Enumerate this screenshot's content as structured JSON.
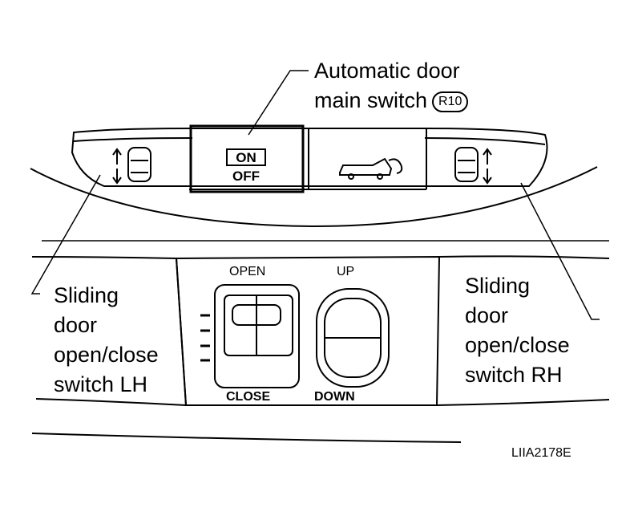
{
  "callouts": {
    "main_switch": {
      "line1": "Automatic door",
      "line2": "main switch",
      "badge": "R10"
    },
    "switch_lh": [
      "Sliding",
      "door",
      "open/close",
      "switch LH"
    ],
    "switch_rh": [
      "Sliding",
      "door",
      "open/close",
      "switch RH"
    ]
  },
  "switch_labels": {
    "on": "ON",
    "off": "OFF",
    "open": "OPEN",
    "close": "CLOSE",
    "up": "UP",
    "down": "DOWN"
  },
  "figure_code": "LIIA2178E",
  "icons": [
    "door-left-icon",
    "liftgate-icon",
    "door-right-icon"
  ],
  "colors": {
    "ink": "#000000",
    "background": "#ffffff"
  }
}
